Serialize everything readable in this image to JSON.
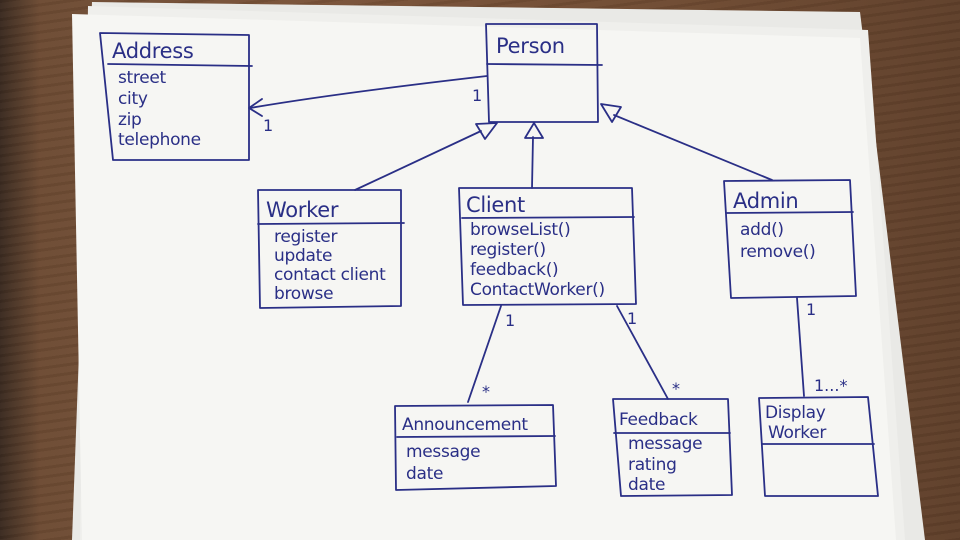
{
  "colors": {
    "ink": "#2a2f86",
    "paper": "#f7f7f5",
    "table": "#6d4b33"
  },
  "classes": {
    "address": {
      "name": "Address",
      "attributes": [
        "street",
        "city",
        "zip",
        "telephone"
      ]
    },
    "person": {
      "name": "Person",
      "attributes": []
    },
    "worker": {
      "name": "Worker",
      "attributes": [
        "register",
        "update",
        "contact client",
        "browse"
      ]
    },
    "client": {
      "name": "Client",
      "attributes": [
        "browseList()",
        "register()",
        "feedback()",
        "ContactWorker()"
      ]
    },
    "admin": {
      "name": "Admin",
      "attributes": [
        "add()",
        "remove()"
      ]
    },
    "announcement": {
      "name": "Announcement",
      "attributes": [
        "message",
        "date"
      ]
    },
    "feedback": {
      "name": "Feedback",
      "attributes": [
        "message",
        "rating",
        "date"
      ]
    },
    "display_worker": {
      "name_line1": "Display",
      "name_line2": "Worker",
      "attributes": []
    }
  },
  "multiplicities": {
    "person_address_person_end": "1",
    "person_address_address_end": "1",
    "client_announcement_client_end": "1",
    "client_announcement_announcement_end": "*",
    "client_feedback_client_end": "1",
    "client_feedback_feedback_end": "*",
    "admin_display_admin_end": "1",
    "admin_display_display_end": "1...*"
  }
}
